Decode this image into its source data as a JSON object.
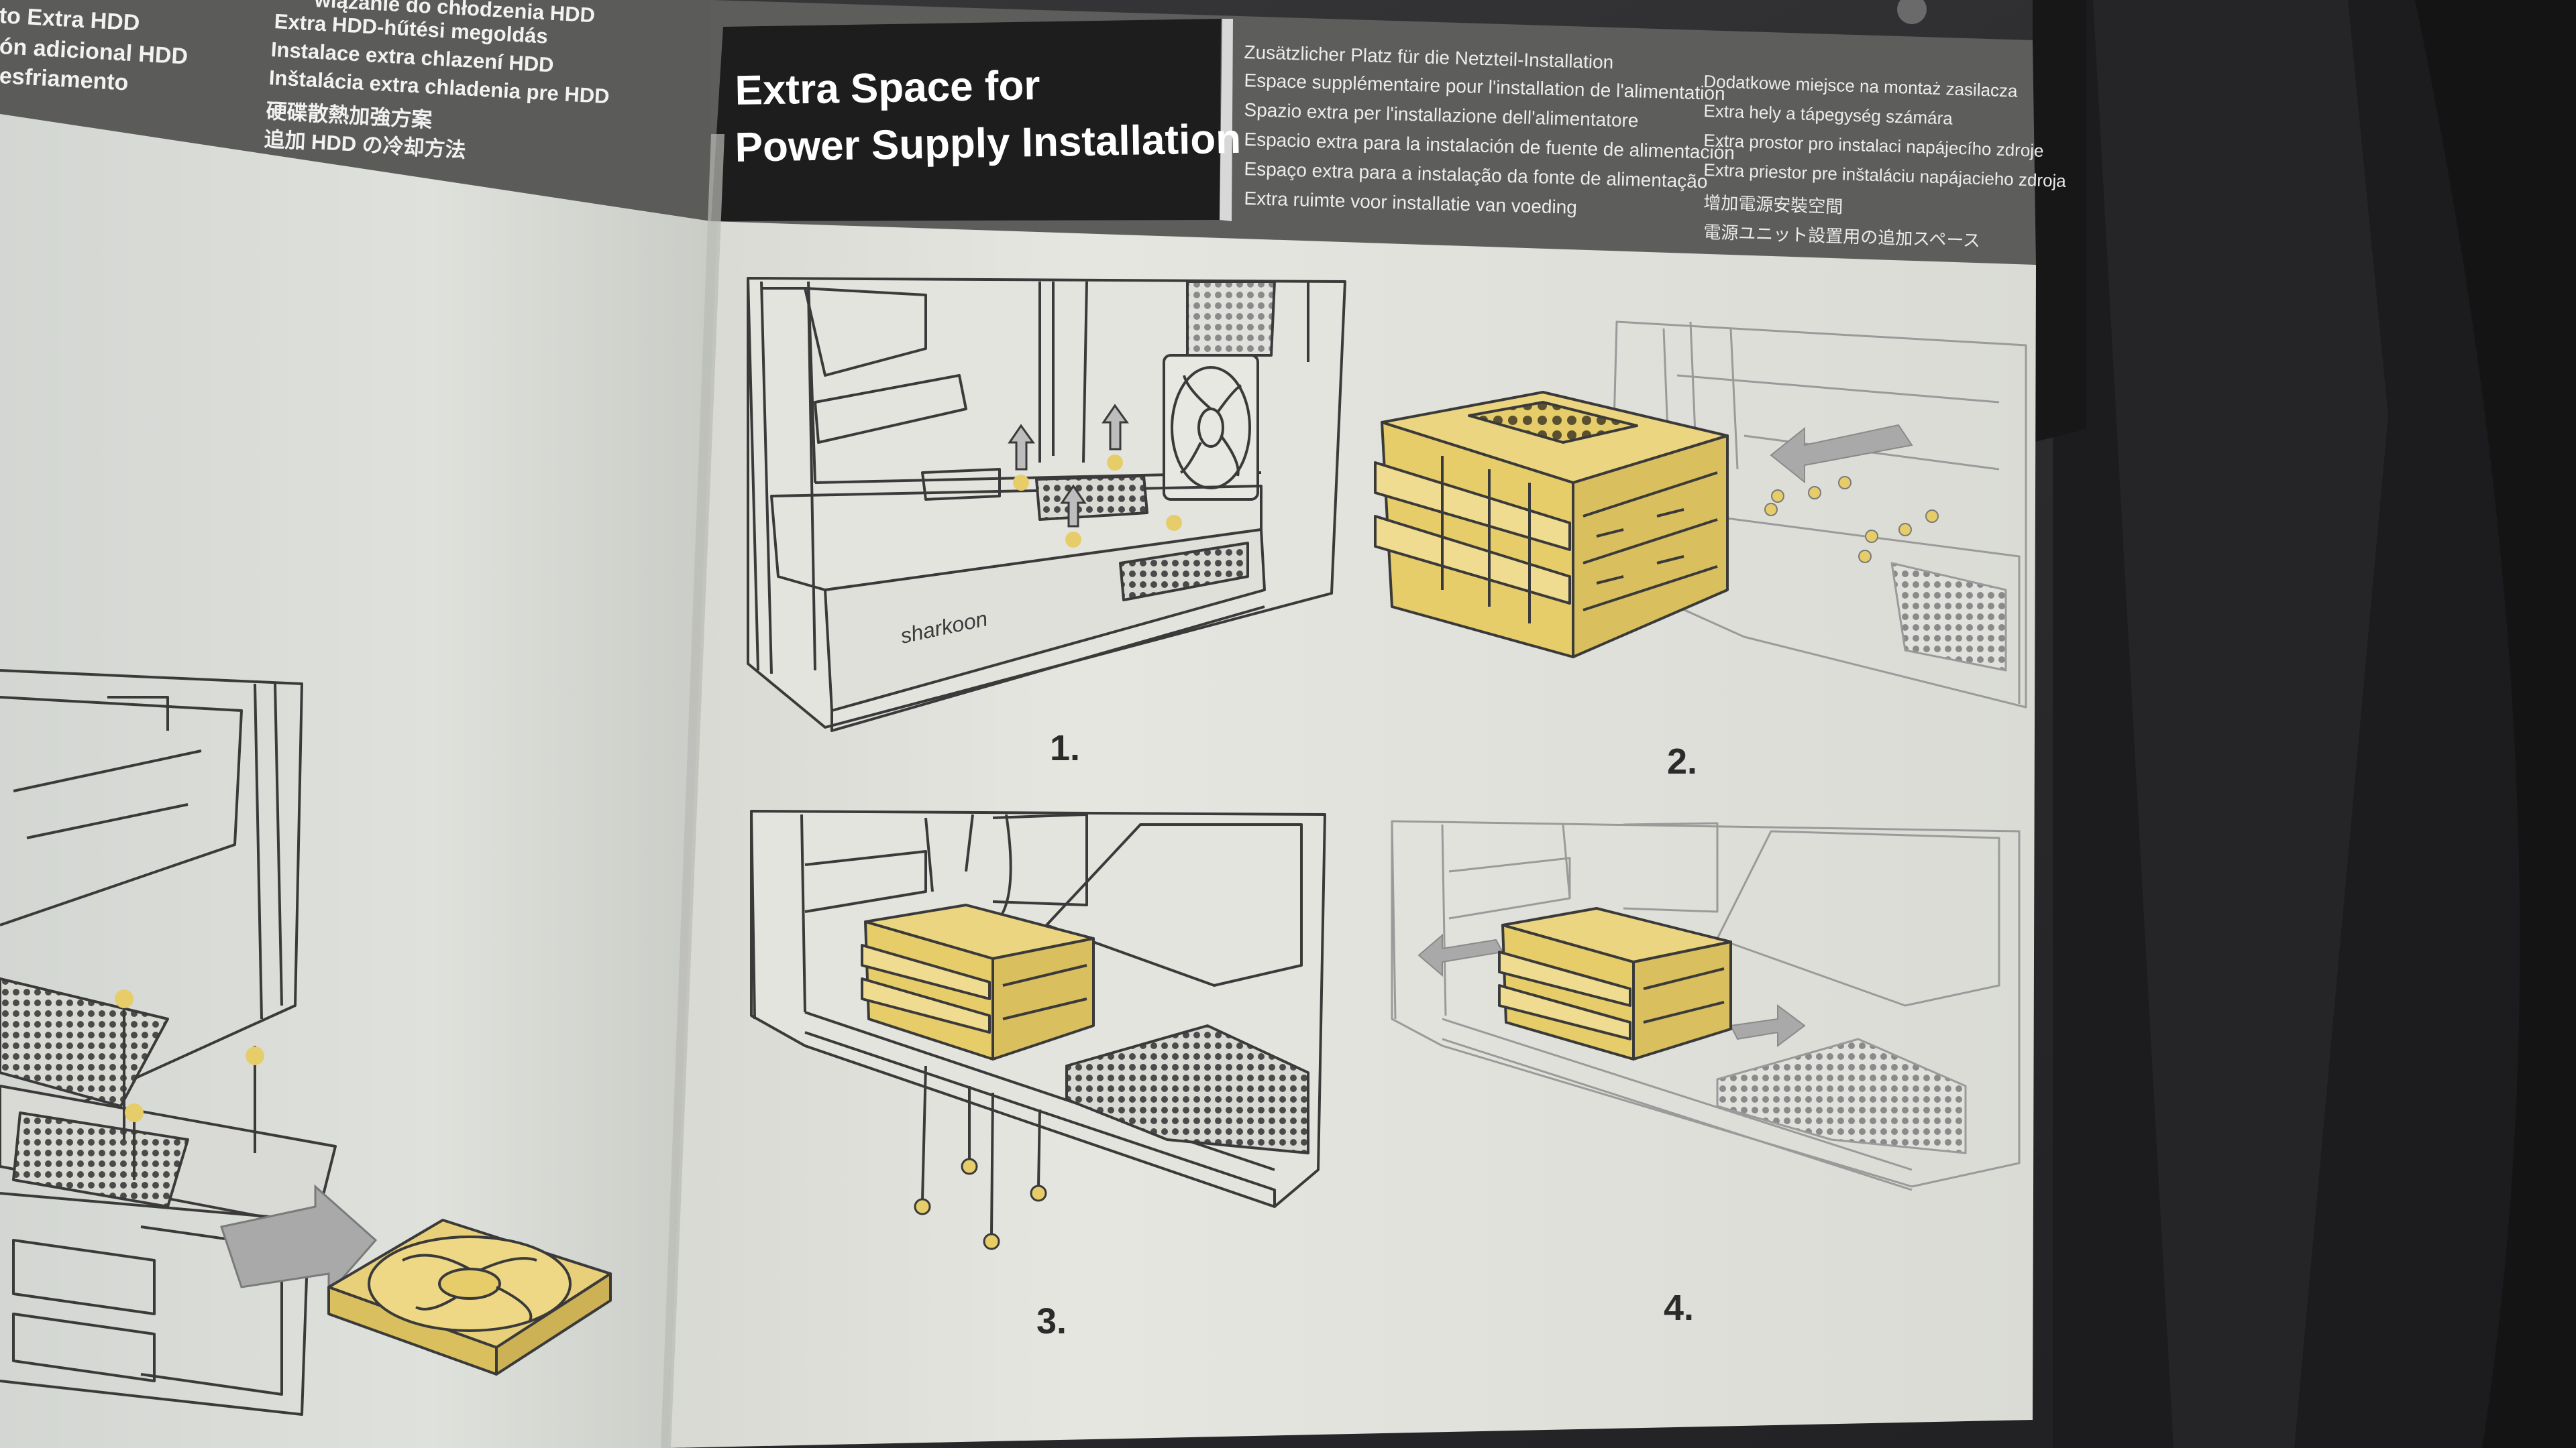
{
  "left_page": {
    "header_lines": [
      "wiązanie do chłodzenia HDD",
      "Extra HDD-hűtési megoldás",
      "Instalace extra chlazení HDD",
      "Inštalácia extra chladenia pre HDD",
      "硬碟散熱加強方案",
      "追加 HDD の冷却方法"
    ],
    "header_lines_left": [
      "to Extra HDD",
      "ón adicional HDD",
      "esfriamento"
    ]
  },
  "right_page": {
    "title_line1": "Extra Space for",
    "title_line2": "Power Supply Installation",
    "translations_col1": [
      "Zusätzlicher Platz für die Netzteil-Installation",
      "Espace supplémentaire pour l'installation de l'alimentation",
      "Spazio extra per l'installazione dell'alimentatore",
      "Espacio extra para la instalación de fuente de alimentación",
      "Espaço extra para a instalação da fonte de alimentação",
      "Extra ruimte voor installatie van voeding"
    ],
    "translations_col2": [
      "Dodatkowe miejsce na montaż zasilacza",
      "Extra hely a tápegység számára",
      "Extra prostor pro instalaci napájecího zdroje",
      "Extra priestor pre inštaláciu napájacieho zdroja",
      "增加電源安裝空間",
      "電源ユニット設置用の追加スペース"
    ],
    "steps": [
      "1.",
      "2.",
      "3.",
      "4."
    ]
  },
  "colors": {
    "page": "#dcdcd6",
    "header_band": "#5a5a58",
    "title_box": "#1e1e1e",
    "highlight_yellow": "#e6cd6a",
    "line_art": "#3a3a3a",
    "background": "#2a2a2b"
  }
}
